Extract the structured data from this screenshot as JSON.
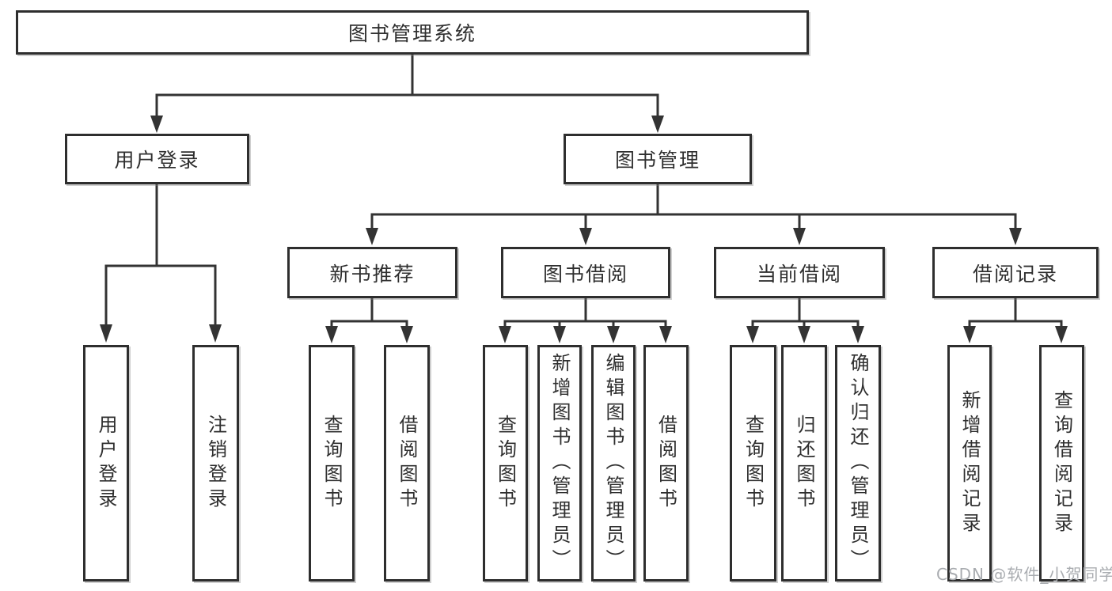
{
  "title": "图书管理系统",
  "colors": {
    "line": "#333333",
    "box_border": "#2e2e2e",
    "text": "#2f2f2f",
    "background": "#ffffff",
    "watermark": "#a9acb0"
  },
  "tree": {
    "root": {
      "label": "图书管理系统"
    },
    "level2": [
      {
        "label": "用户登录",
        "leaves": [
          "用户登录",
          "注销登录"
        ]
      },
      {
        "label": "图书管理",
        "groups": [
          {
            "label": "新书推荐",
            "leaves": [
              "查询图书",
              "借阅图书"
            ]
          },
          {
            "label": "图书借阅",
            "leaves": [
              "查询图书",
              "新增图书（管理员）",
              "编辑图书（管理员）",
              "借阅图书"
            ]
          },
          {
            "label": "当前借阅",
            "leaves": [
              "查询图书",
              "归还图书",
              "确认归还（管理员）"
            ]
          },
          {
            "label": "借阅记录",
            "leaves": [
              "新增借阅记录",
              "查询借阅记录"
            ]
          }
        ]
      }
    ]
  },
  "watermark": {
    "text": "CSDN @软件_小贺同学"
  }
}
